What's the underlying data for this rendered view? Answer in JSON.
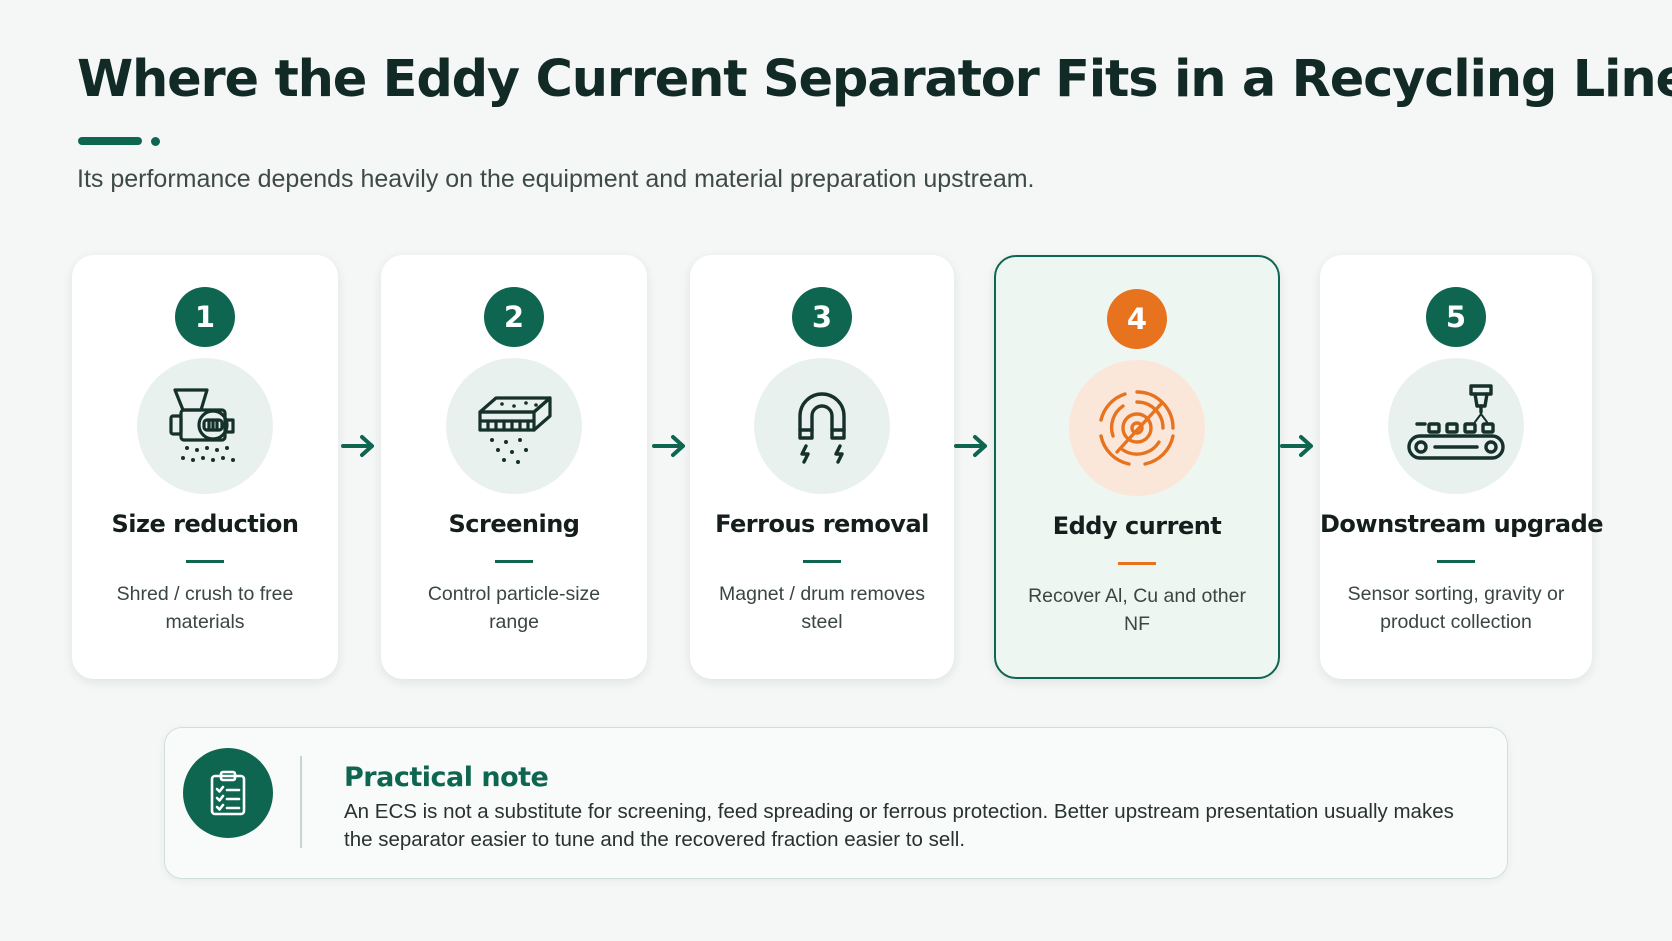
{
  "header": {
    "title": "Where the Eddy Current Separator Fits in a Recycling Line",
    "subtitle": "Its performance depends heavily on the equipment and material preparation upstream."
  },
  "steps": [
    {
      "number": "1",
      "title": "Size reduction",
      "description": "Shred / crush to free materials",
      "icon": "shredder-icon",
      "highlighted": false
    },
    {
      "number": "2",
      "title": "Screening",
      "description": "Control particle-size range",
      "icon": "screen-icon",
      "highlighted": false
    },
    {
      "number": "3",
      "title": "Ferrous removal",
      "description": "Magnet / drum removes steel",
      "icon": "magnet-icon",
      "highlighted": false
    },
    {
      "number": "4",
      "title": "Eddy current",
      "description": "Recover Al, Cu and other NF",
      "icon": "eddy-current-rotor-icon",
      "highlighted": true
    },
    {
      "number": "5",
      "title": "Downstream upgrade",
      "description": "Sensor sorting, gravity or product collection",
      "icon": "conveyor-sensor-icon",
      "highlighted": false
    }
  ],
  "note": {
    "title": "Practical note",
    "body": "An ECS is not a substitute for screening, feed spreading or ferrous protection. Better upstream presentation usually makes the separator easier to tune and the recovered fraction easier to sell.",
    "icon": "clipboard-checklist-icon"
  },
  "colors": {
    "primary": "#0f6650",
    "accent": "#e8731e",
    "background": "#f5f7f6",
    "highlight_bg": "#eef6f2"
  }
}
